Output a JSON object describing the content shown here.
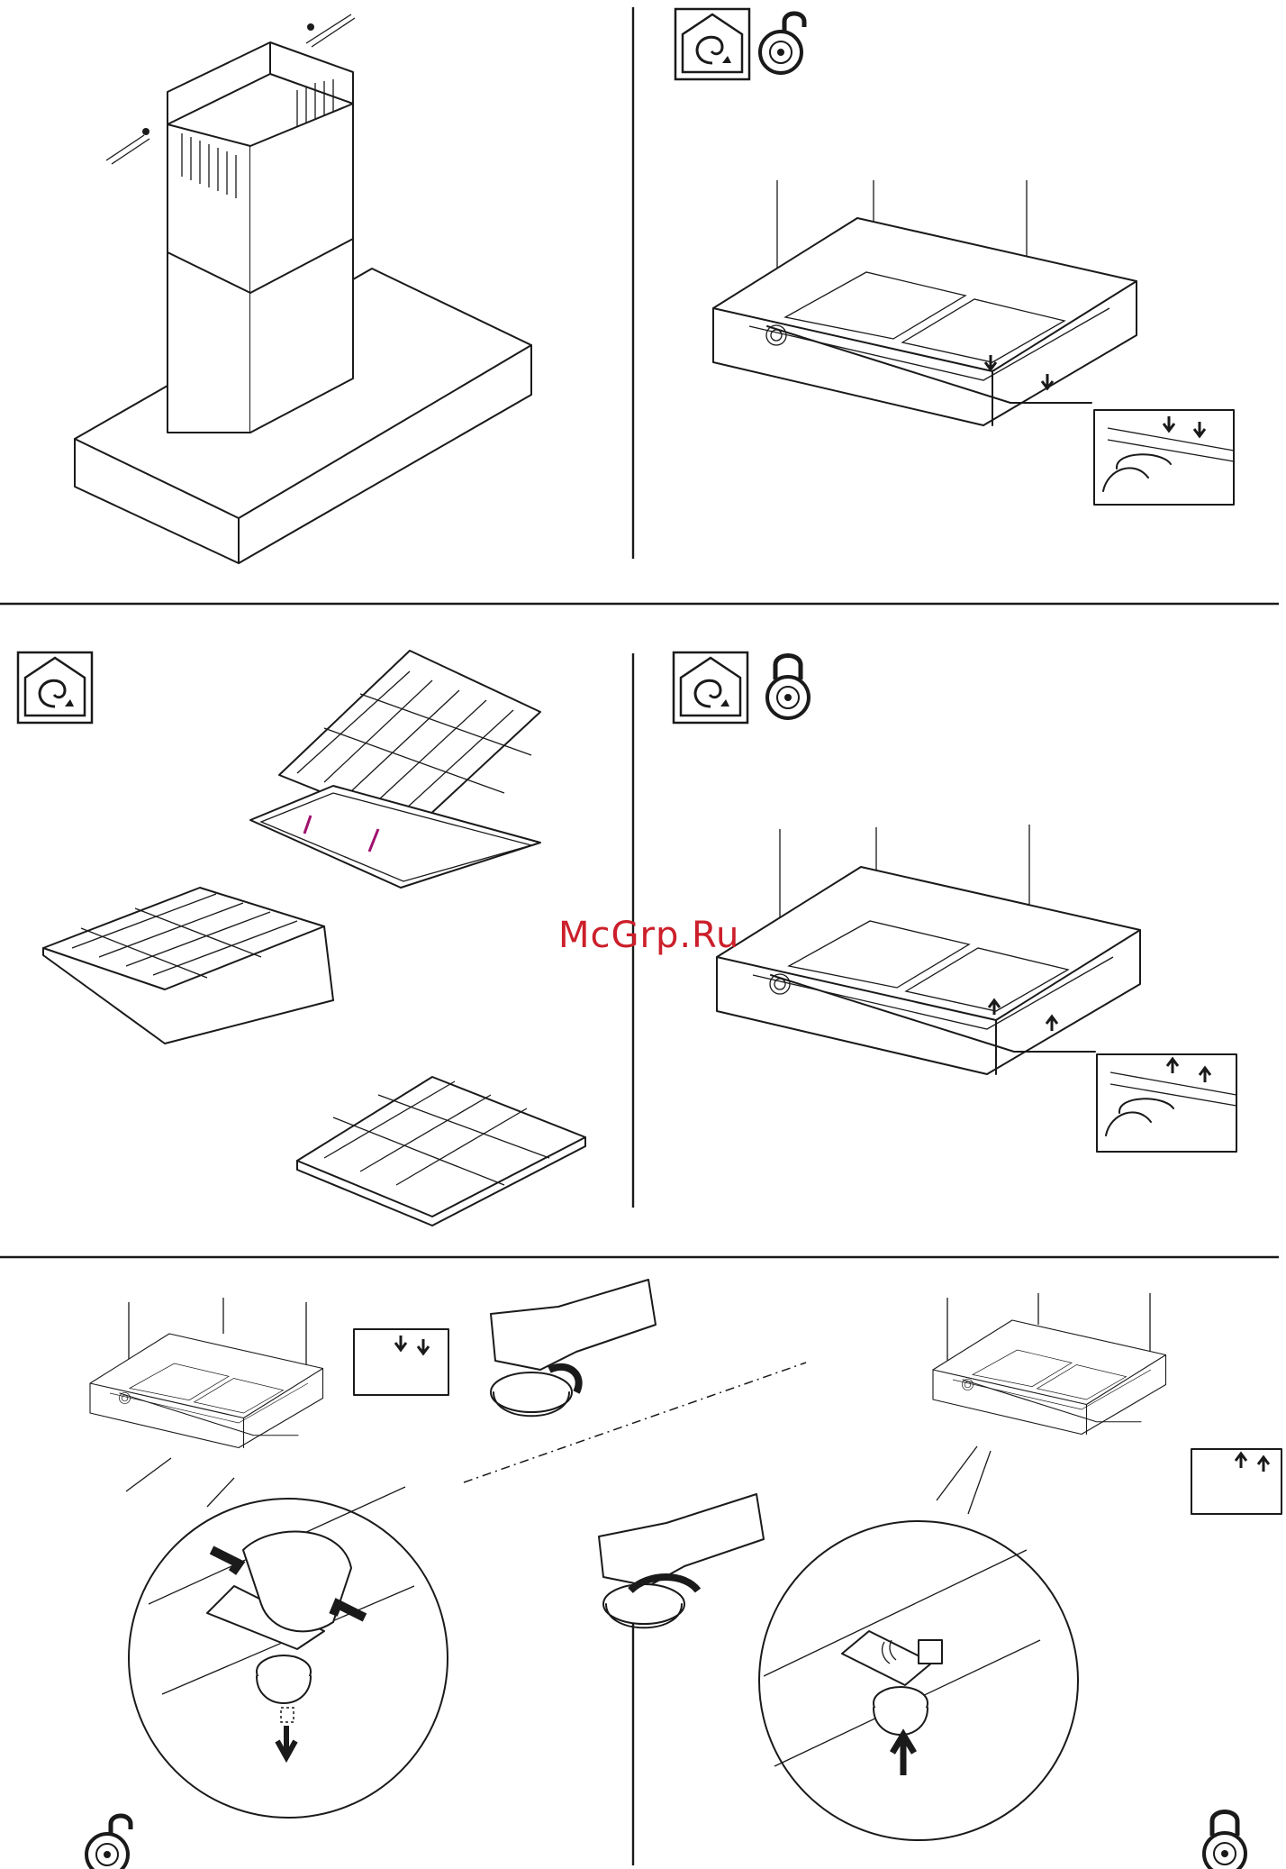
{
  "watermark": {
    "text": "McGrp.Ru",
    "color": "#cc1f2a"
  },
  "line_color": "#1a1a1a",
  "accent_arrow_color": "#a0106e",
  "panels": [
    {
      "id": "chimney-fitting",
      "icons": []
    },
    {
      "id": "open-panel-recirculation",
      "icons": [
        "recirculation-icon",
        "unlocked-padlock-icon"
      ]
    },
    {
      "id": "carbon-filter-insert",
      "icons": [
        "recirculation-icon"
      ]
    },
    {
      "id": "close-panel-recirculation",
      "icons": [
        "recirculation-icon",
        "locked-padlock-icon"
      ]
    },
    {
      "id": "lamp-removal",
      "icons": [
        "unlocked-padlock-icon"
      ]
    },
    {
      "id": "lamp-rotate",
      "icons": []
    },
    {
      "id": "lamp-insert",
      "icons": [
        "locked-padlock-icon"
      ]
    }
  ]
}
